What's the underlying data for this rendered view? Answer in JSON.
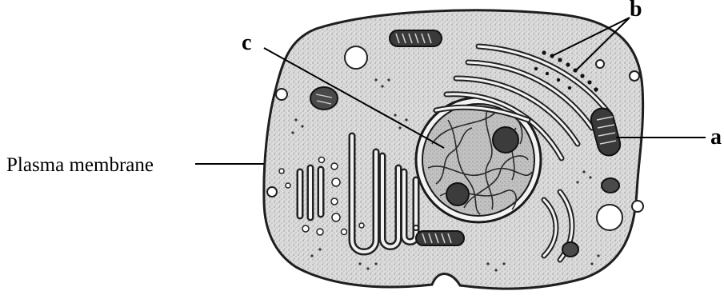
{
  "labels": {
    "plasma_membrane": "Plasma membrane",
    "a": "a",
    "b": "b",
    "c": "c"
  },
  "colors": {
    "cytoplasm": "#d9d9d9",
    "nucleus": "#bdbdbd",
    "nucleolus": "#3c3c3c",
    "outline": "#1e1e1e"
  }
}
